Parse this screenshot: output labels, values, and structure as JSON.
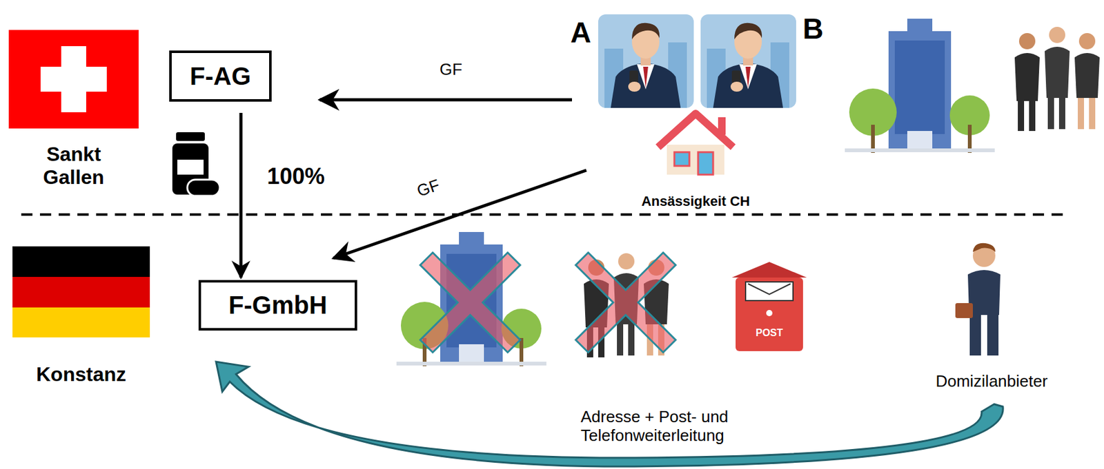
{
  "diagram": {
    "nodes": [
      {
        "text": [
          "F-AG"
        ]
      },
      {
        "text": [
          "F-GmbH"
        ]
      }
    ],
    "edges": [
      {
        "from": 0,
        "to": 1,
        "arrow": "to",
        "label": "100%"
      }
    ],
    "labels": [
      "Sankt Gallen",
      "Konstanz",
      "A",
      "B",
      "GF",
      "GF",
      "Ansässigkeit CH",
      "POST",
      "Domizilanbieter",
      "Adresse + Post- und Telefonweiterleitung"
    ]
  }
}
